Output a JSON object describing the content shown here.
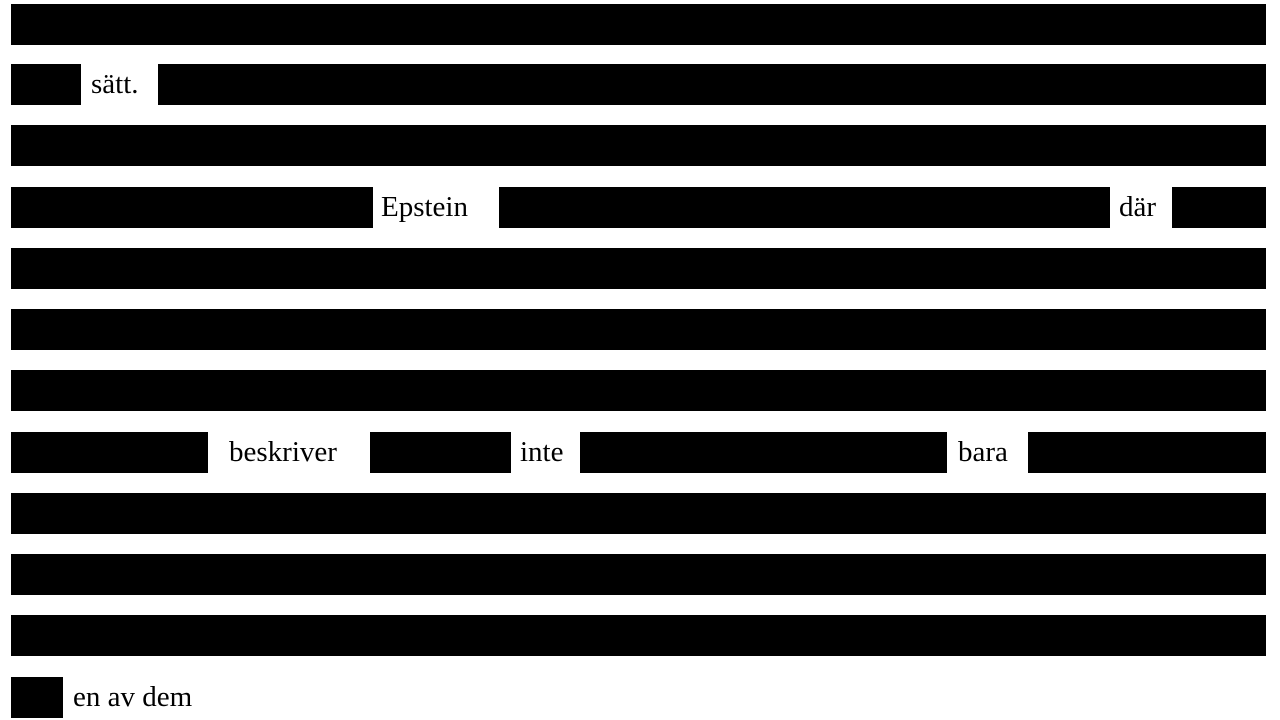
{
  "colors": {
    "redaction": "#000000",
    "text": "#000000",
    "page": "#ffffff"
  },
  "document": {
    "visible_words": {
      "line2_word1": "sätt.",
      "line4_word1": "Epstein",
      "line4_word2": "där",
      "line8_word1": "beskriver",
      "line8_word2": "inte",
      "line8_word3": "bara",
      "line12_word1": "en av dem"
    }
  }
}
